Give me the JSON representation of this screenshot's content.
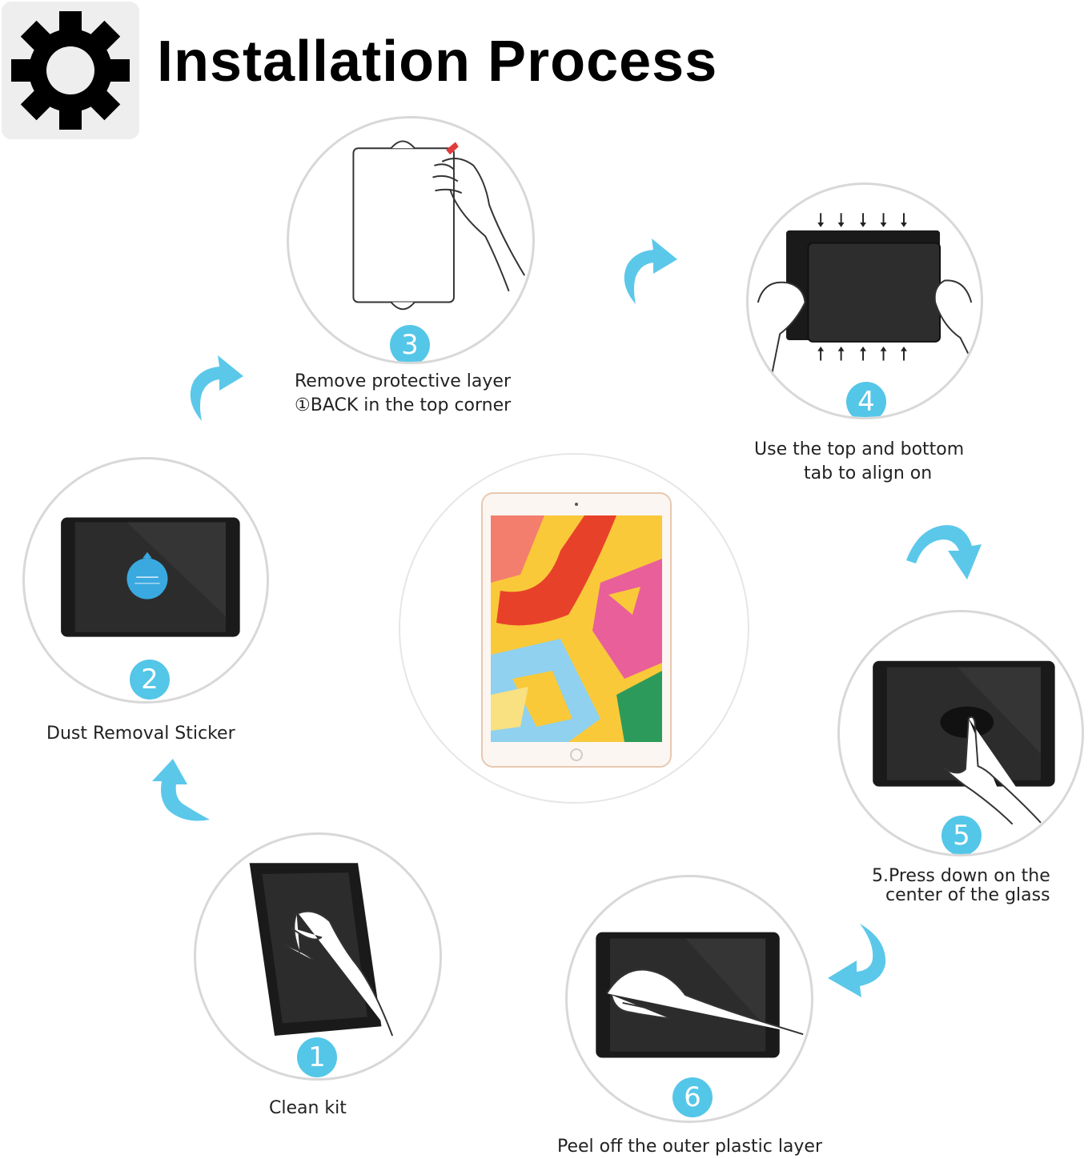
{
  "header": {
    "title": "Installation Process",
    "icon": "gear-icon"
  },
  "colors": {
    "accent": "#54c6e8",
    "circle_border": "#d8d8d8",
    "tablet_dark": "#1a1a1a"
  },
  "center_device": {
    "icon": "tablet-icon"
  },
  "steps": [
    {
      "number": "1",
      "caption_lines": [
        "Clean kit"
      ]
    },
    {
      "number": "2",
      "caption_lines": [
        "Dust Removal Sticker"
      ]
    },
    {
      "number": "3",
      "caption_lines": [
        "Remove protective layer",
        "①BACK in the top corner"
      ]
    },
    {
      "number": "4",
      "caption_lines": [
        "Use the top and bottom",
        "tab to align on"
      ]
    },
    {
      "number": "5",
      "caption_lines": [
        "5.Press down on the",
        "center of the glass"
      ]
    },
    {
      "number": "6",
      "caption_lines": [
        "Peel off the outer plastic layer"
      ]
    }
  ]
}
